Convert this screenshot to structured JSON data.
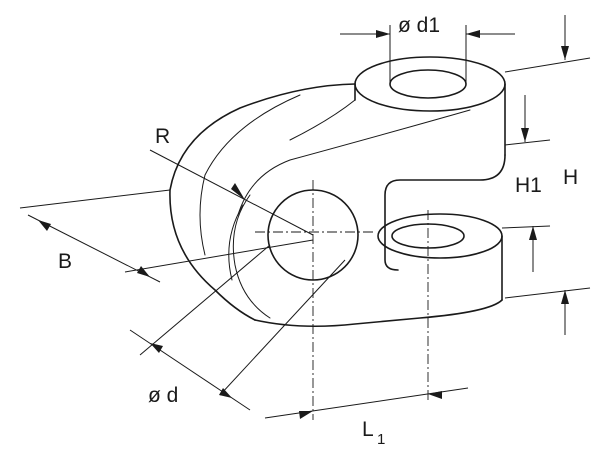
{
  "labels": {
    "d1": "ø d1",
    "R": "R",
    "H1": "H1",
    "H": "H",
    "B": "B",
    "d": "ø d",
    "L_main": "L",
    "L_sub": "1"
  }
}
